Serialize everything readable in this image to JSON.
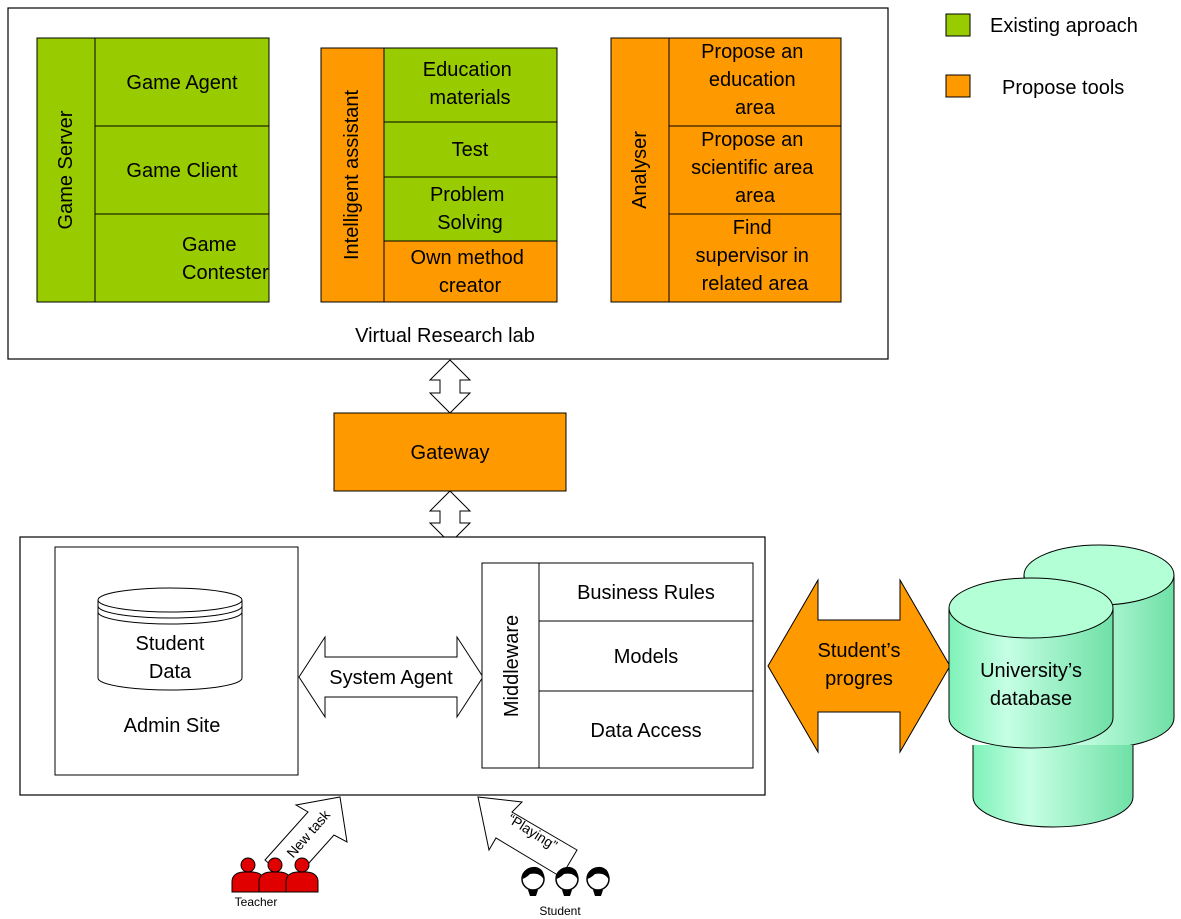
{
  "legend": {
    "existing_label": "Existing aproach",
    "existing_color": "#99cc00",
    "propose_label": "Propose tools",
    "propose_color": "#ff9900"
  },
  "virtual_lab": {
    "title": "Virtual Research lab",
    "game_server": {
      "label": "Game Server",
      "items": [
        "Game Agent",
        "Game Client",
        "Game Contester"
      ],
      "color": "#99cc00"
    },
    "intelligent_assistant": {
      "label": "Intelligent assistant",
      "items": [
        "Education materials",
        "Test",
        "Problem Solving",
        "Own method creator"
      ],
      "item_colors": [
        "#99cc00",
        "#99cc00",
        "#99cc00",
        "#ff9900"
      ],
      "side_color": "#ff9900"
    },
    "analyser": {
      "label": "Analyser",
      "items": [
        "Propose an education area",
        "Propose an scientific area area",
        "Find supervisor in related area"
      ],
      "color": "#ff9900"
    }
  },
  "gateway": {
    "label": "Gateway",
    "color": "#ff9900"
  },
  "admin_site": {
    "label": "Admin Site",
    "db_label_line1": "Student",
    "db_label_line2": "Data"
  },
  "system_agent": {
    "label": "System Agent"
  },
  "middleware": {
    "label": "Middleware",
    "layers": [
      "Business Rules",
      "Models",
      "Data Access"
    ]
  },
  "students_progress": {
    "line1": "Student’s",
    "line2": "progres",
    "color": "#ff9900"
  },
  "university_db": {
    "line1": "University’s",
    "line2": "database",
    "color": "#99ffcc"
  },
  "actors": {
    "teacher_label": "Teacher",
    "teacher_action": "New task",
    "student_label": "Student",
    "student_action": "“Playing”"
  }
}
